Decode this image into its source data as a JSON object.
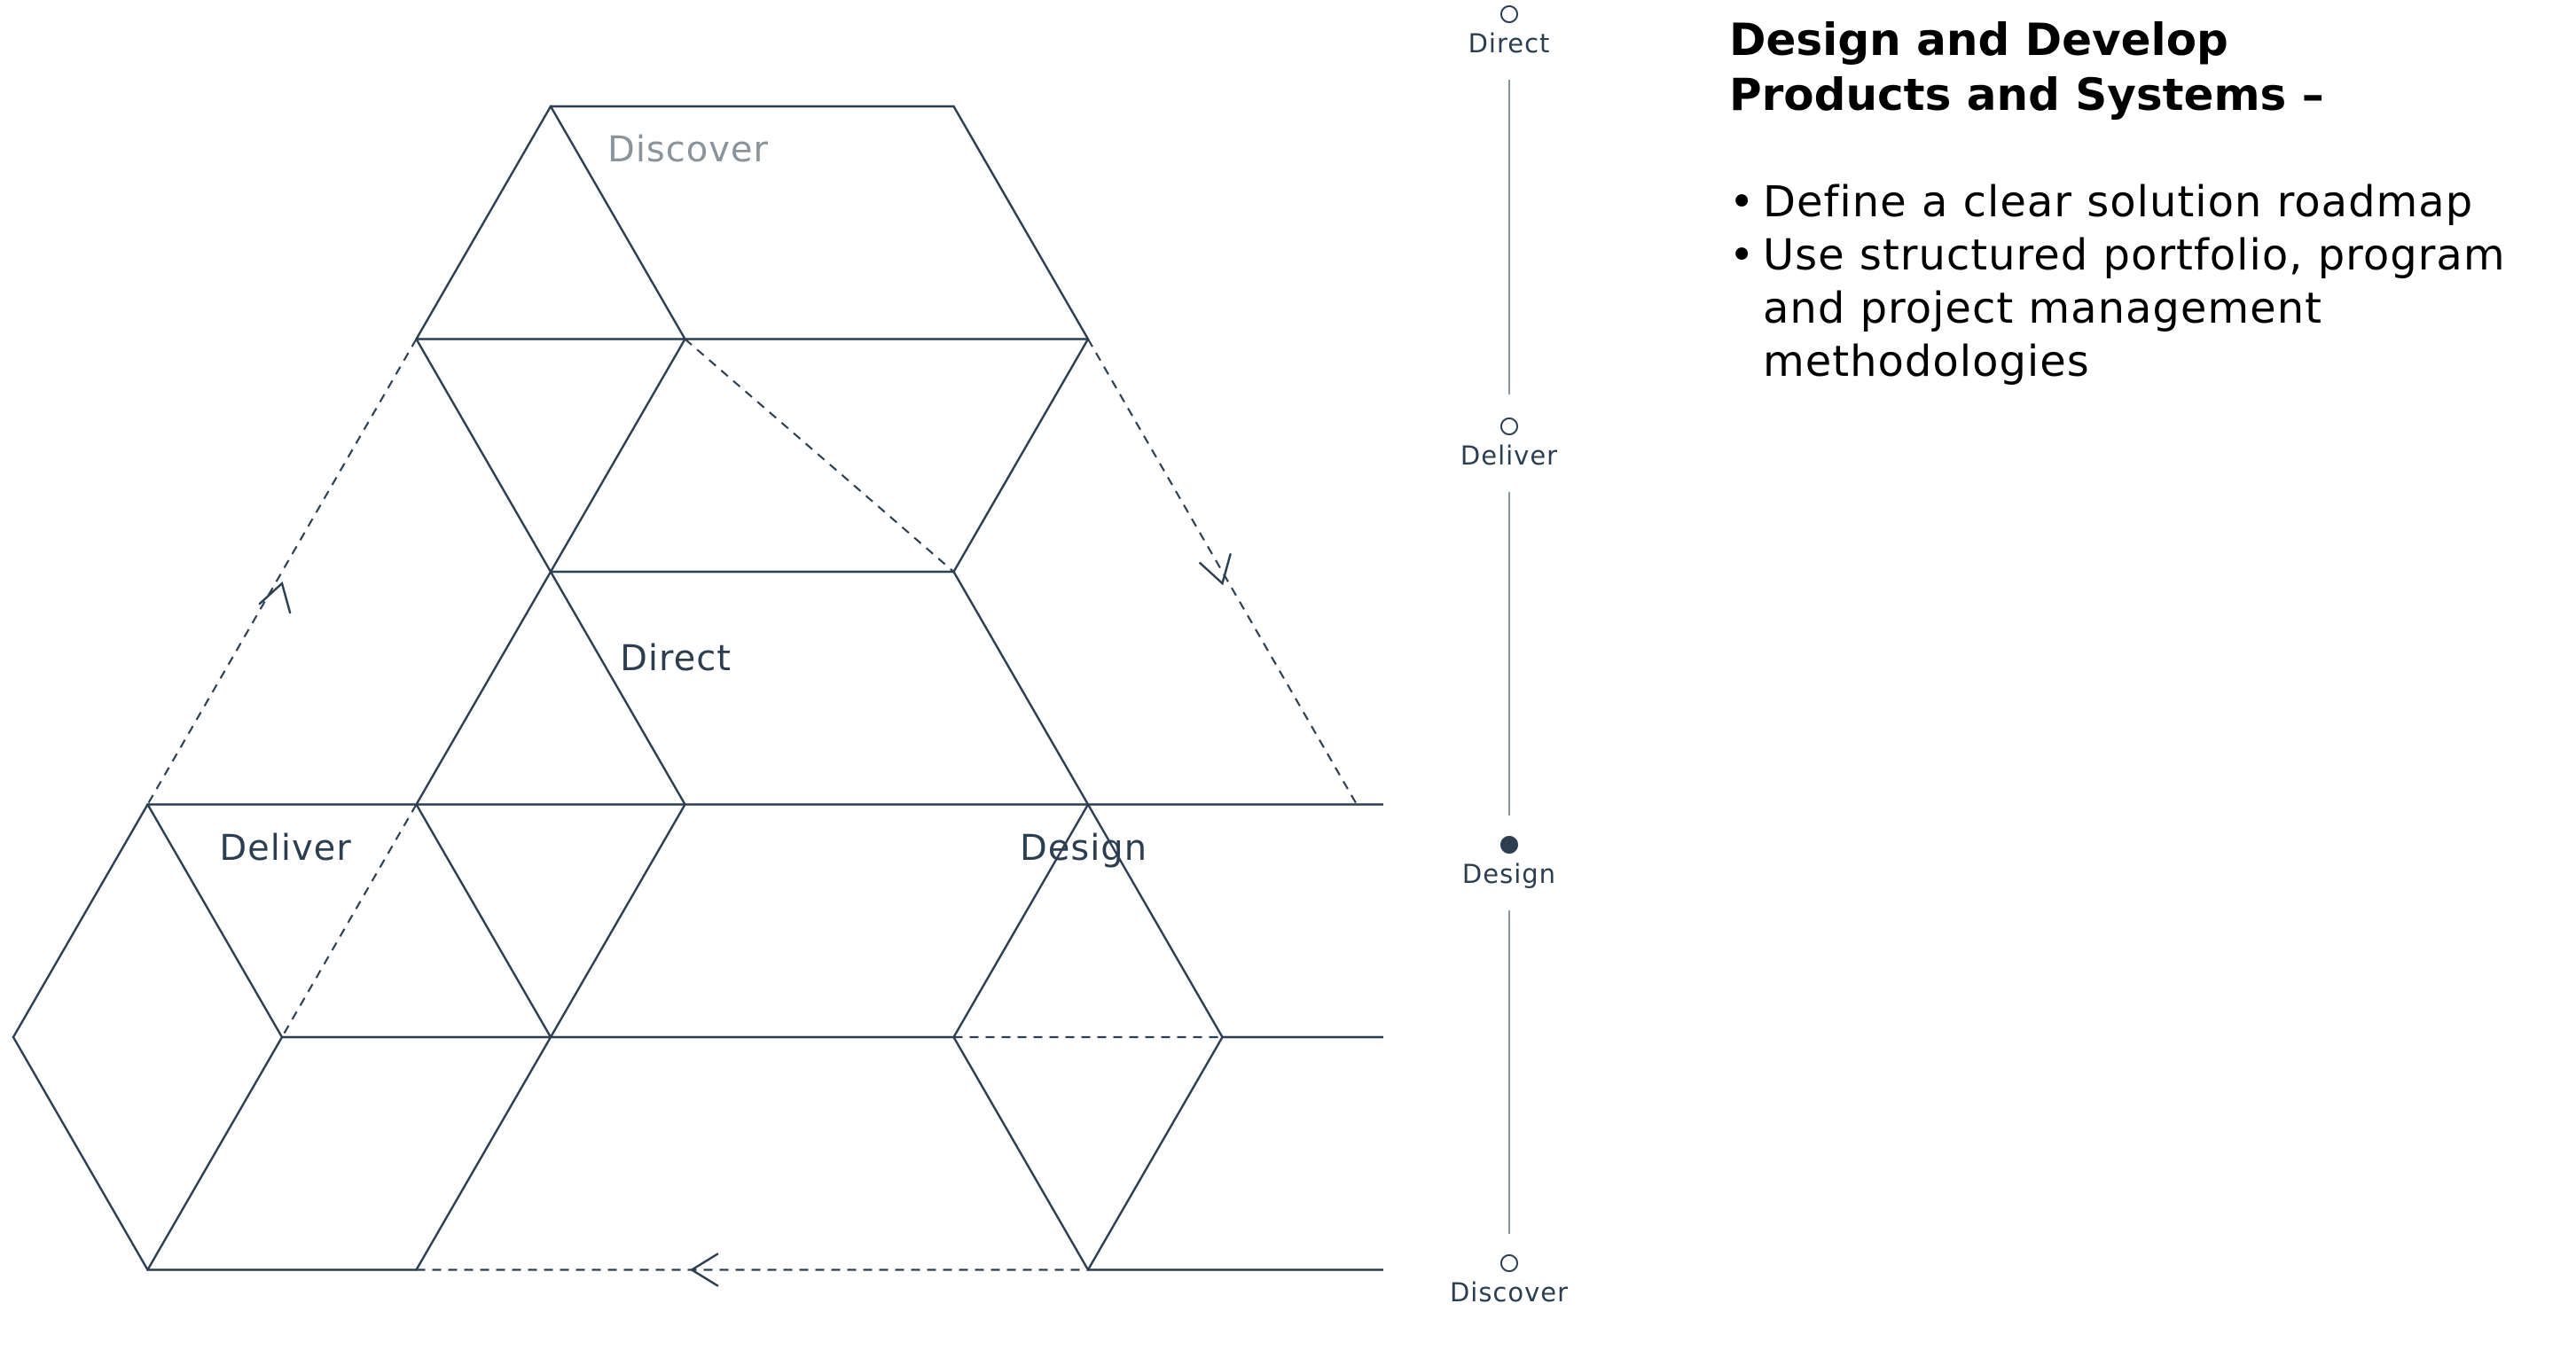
{
  "diagram": {
    "regions": {
      "discover": "Discover",
      "direct": "Direct",
      "deliver": "Deliver",
      "design": "Design"
    }
  },
  "timeline": {
    "steps": [
      {
        "label": "Direct",
        "active": false
      },
      {
        "label": "Deliver",
        "active": false
      },
      {
        "label": "Design",
        "active": true
      },
      {
        "label": "Discover",
        "active": false
      }
    ]
  },
  "panel": {
    "title": "Design and Develop Products and Systems –",
    "bullets": [
      "Define a clear solution roadmap",
      "Use structured portfolio, program and project management methodologies"
    ]
  },
  "colors": {
    "ink": "#2c3e50",
    "muted": "#8a949c",
    "text": "#000000"
  }
}
